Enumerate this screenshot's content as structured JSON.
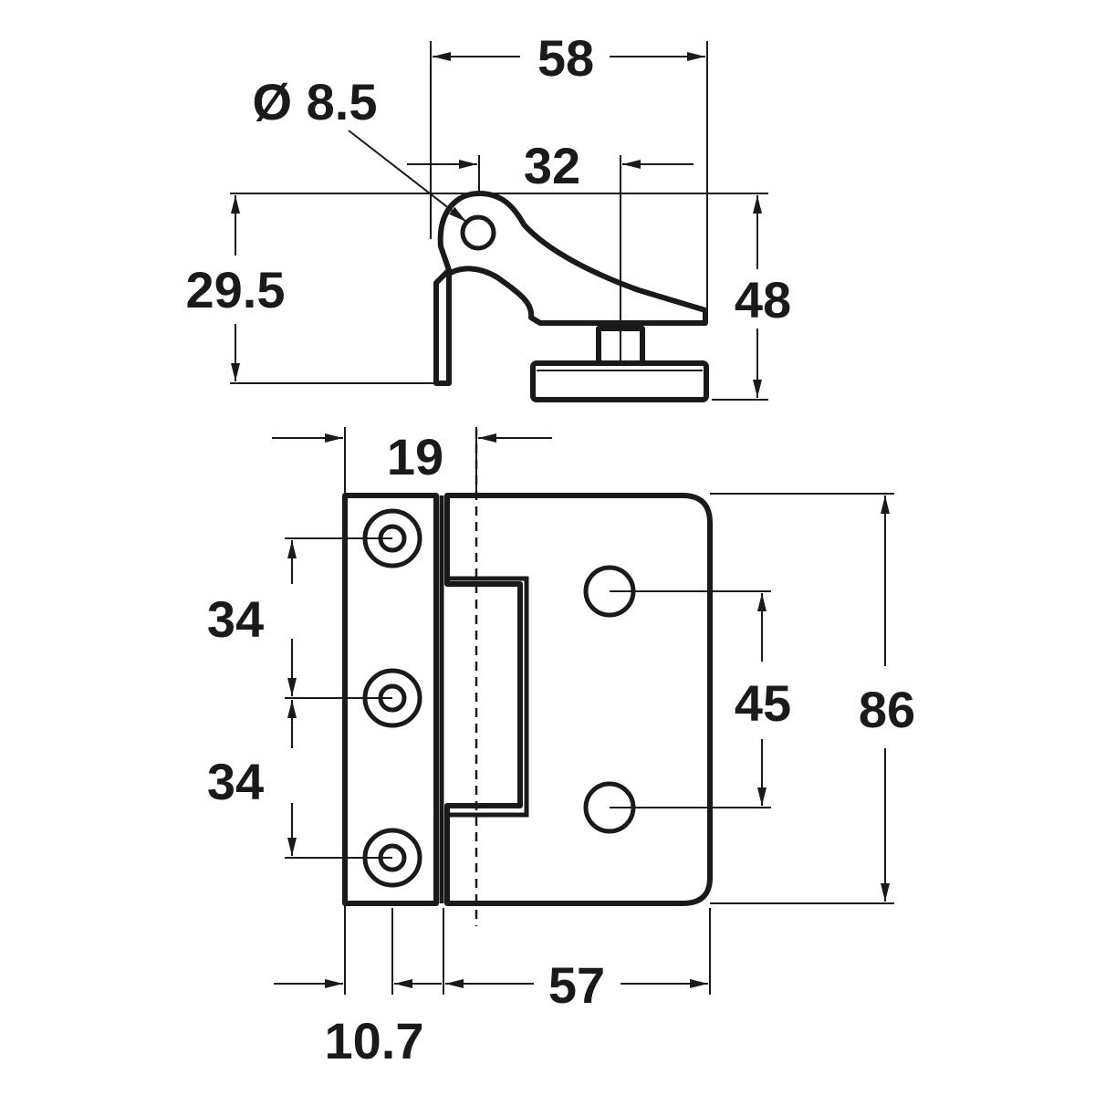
{
  "dimensions": {
    "top_width": "58",
    "pin_diameter": "Ø 8.5",
    "pin_offset": "32",
    "side_height_left": "29.5",
    "side_height_right": "48",
    "knuckle_width": "19",
    "hole_spacing_upper": "34",
    "hole_spacing_lower": "34",
    "right_hole_spacing": "45",
    "overall_height": "86",
    "leaf_offset": "10.7",
    "right_leaf_width": "57"
  },
  "colors": {
    "line": "#1a1a1a",
    "background": "#ffffff"
  }
}
